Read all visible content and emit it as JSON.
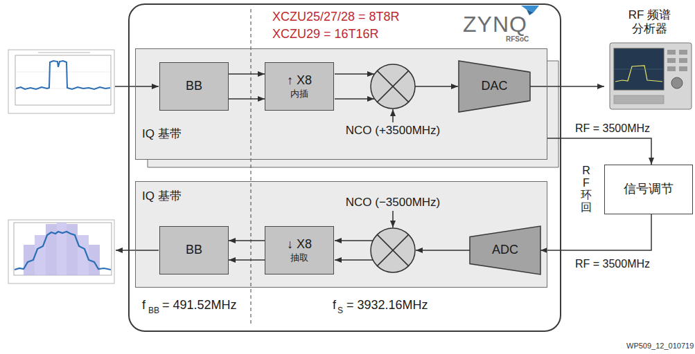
{
  "diagram": {
    "nodes": [
      {
        "text": [
          "XCZU25/27/28 = 8T8R",
          "XCZU29 = 16T16R",
          "ZYNQ",
          "RFSoC"
        ]
      },
      {
        "text": [
          "IQ 基带",
          "NCO (+3500MHz)"
        ],
        "in": 0
      },
      {
        "text": [
          "BB"
        ],
        "in": 1
      },
      {
        "text": [
          "↑ X8",
          "内插"
        ],
        "in": 1
      },
      {
        "text": [
          "DAC"
        ],
        "in": 1
      },
      {
        "text": [
          "IQ 基带",
          "NCO (−3500MHz)"
        ],
        "in": 0
      },
      {
        "text": [
          "BB"
        ],
        "in": 5
      },
      {
        "text": [
          "↓ X8",
          "抽取"
        ],
        "in": 5
      },
      {
        "text": [
          "ADC"
        ],
        "in": 5
      },
      {
        "text": [
          "RF 频谱 分析器"
        ]
      },
      {
        "text": [
          "信号调节"
        ]
      }
    ],
    "edges": [
      {
        "from": 2,
        "to": 3,
        "arrow": "to"
      },
      {
        "from": 2,
        "to": 3,
        "arrow": "to"
      },
      {
        "from": 4,
        "to": 9,
        "arrow": "to"
      },
      {
        "from": 1,
        "to": 10,
        "arrow": "to"
      },
      {
        "from": 10,
        "to": 8,
        "arrow": "to"
      },
      {
        "from": 7,
        "to": 6,
        "arrow": "to"
      },
      {
        "from": 7,
        "to": 6,
        "arrow": "to"
      }
    ],
    "labels": [
      "RF = 3500MHz",
      "RF 环回",
      "RF = 3500MHz",
      "f",
      "BB",
      "= 491.52MHz",
      "f",
      "S",
      "= 3932.16MHz",
      "WP509_12_010719"
    ]
  }
}
